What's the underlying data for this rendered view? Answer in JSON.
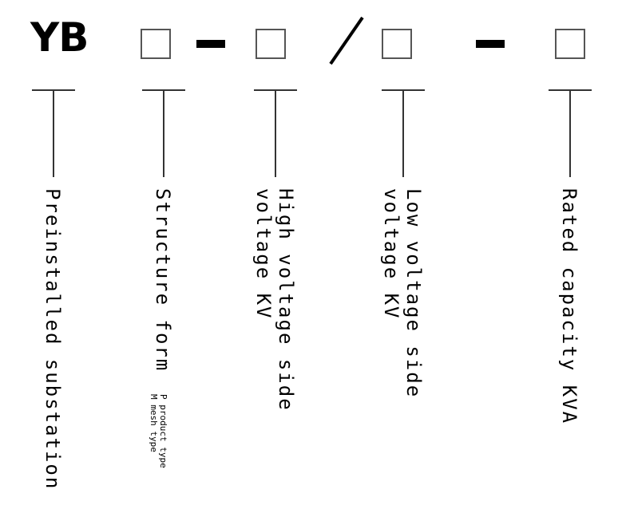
{
  "code": {
    "prefix": "YB",
    "separators": [
      "-",
      "/",
      "-"
    ]
  },
  "fields": [
    {
      "label": "Preinstalled substation"
    },
    {
      "label": "Structure form",
      "notes": [
        "M mesh type",
        "P product type"
      ]
    },
    {
      "label": "High voltage side\nvoltage KV"
    },
    {
      "label": "Low voltage side\nvoltage KV"
    },
    {
      "label": "Rated capacity KVA"
    }
  ]
}
